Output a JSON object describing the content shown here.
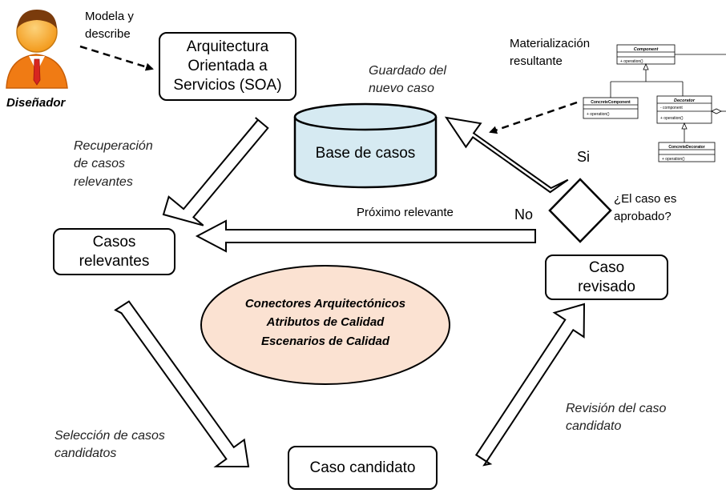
{
  "designer_label": "Diseñador",
  "models_label": "Modela y describe",
  "soa_box": "Arquitectura Orientada a Servicios (SOA)",
  "case_base": "Base de casos",
  "guardado_label": "Guardado del nuevo caso",
  "materializacion_label": "Materialización resultante",
  "recuperacion_label": "Recuperación de casos relevantes",
  "casos_relevantes_box": "Casos relevantes",
  "proximo_label": "Próximo relevante",
  "no_label": "No",
  "si_label": "Si",
  "decision_question": "¿El caso es aprobado?",
  "caso_revisado_box": "Caso revisado",
  "center_lines": [
    "Conectores Arquitectónicos",
    "Atributos de Calidad",
    "Escenarios de Calidad"
  ],
  "seleccion_label": "Selección de casos candidatos",
  "caso_candidato_box": "Caso candidato",
  "revision_label": "Revisión del caso candidato",
  "uml": {
    "component": "Component",
    "operation": "+ operation()",
    "concrete_component": "ConcreteComponent",
    "decorator": "Decorator",
    "component_attr": "- component",
    "concrete_decorator": "ConcreteDecorator"
  },
  "colors": {
    "cylinder_fill": "#d6eaf2",
    "ellipse_fill": "#fbe2d2",
    "person_skin": "#f7a12b",
    "person_suit": "#f07b14",
    "person_tie": "#d7261f"
  }
}
